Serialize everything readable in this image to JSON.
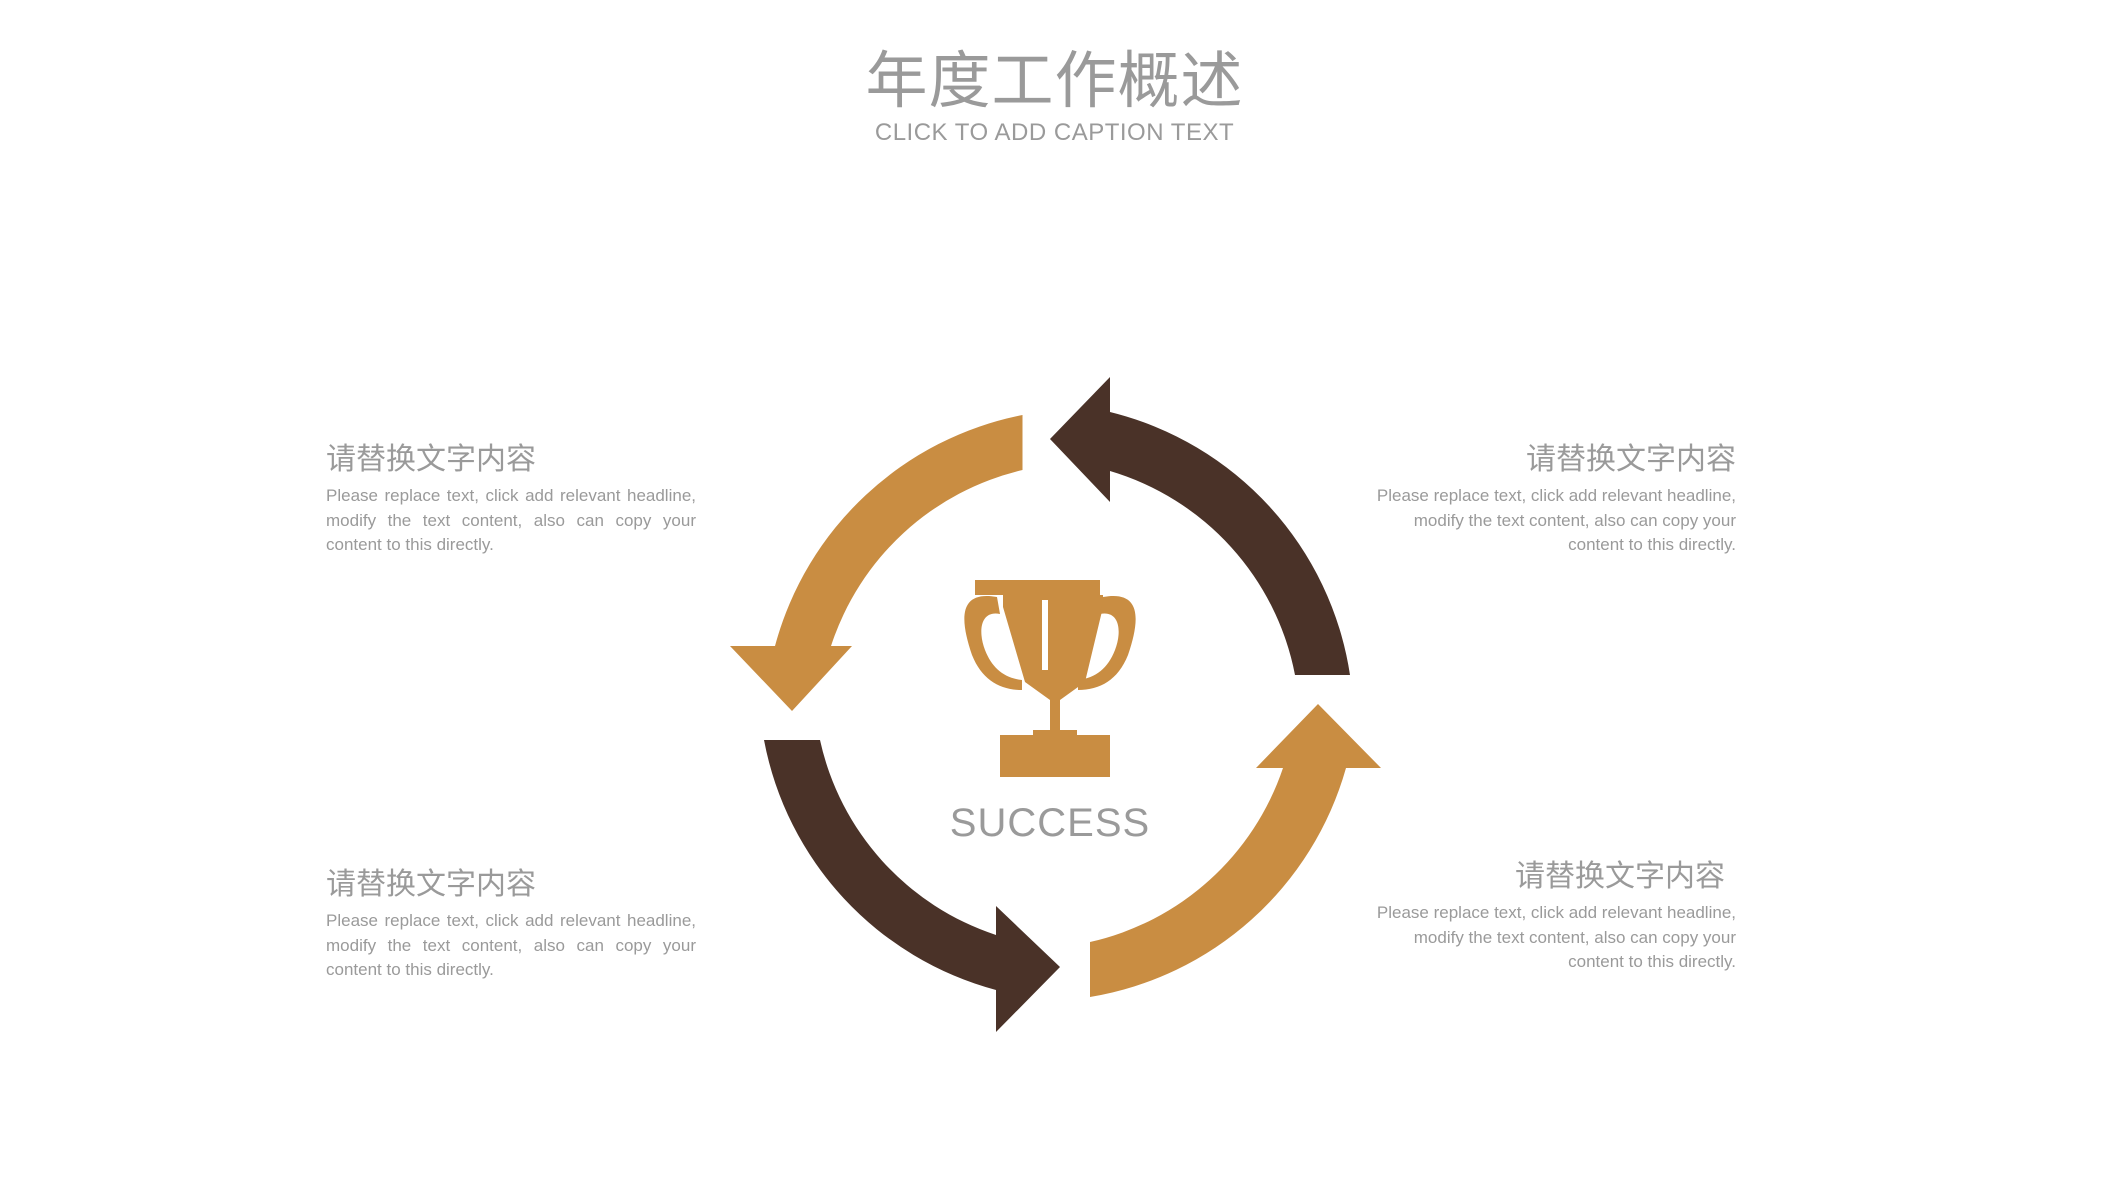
{
  "header": {
    "title": "年度工作概述",
    "subtitle": "CLICK TO ADD CAPTION TEXT"
  },
  "center": {
    "label": "SUCCESS",
    "icon": "trophy-icon"
  },
  "blocks": [
    {
      "heading": "请替换文字内容",
      "body": "Please replace text, click add relevant headline, modify the text content, also can copy your content to this directly."
    },
    {
      "heading": "请替换文字内容",
      "body": "Please replace text, click add relevant headline, modify the text content, also can copy your content to this directly."
    },
    {
      "heading": "请替换文字内容",
      "body": "Please replace text, click add relevant headline, modify the text content, also can copy your content to this directly."
    },
    {
      "heading": "请替换文字内容",
      "body": "Please replace text, click add relevant headline, modify the text content, also can copy your content to this directly."
    }
  ],
  "colors": {
    "gold": "#c98d42",
    "brown": "#4a3228",
    "text": "#9a9a9a"
  }
}
